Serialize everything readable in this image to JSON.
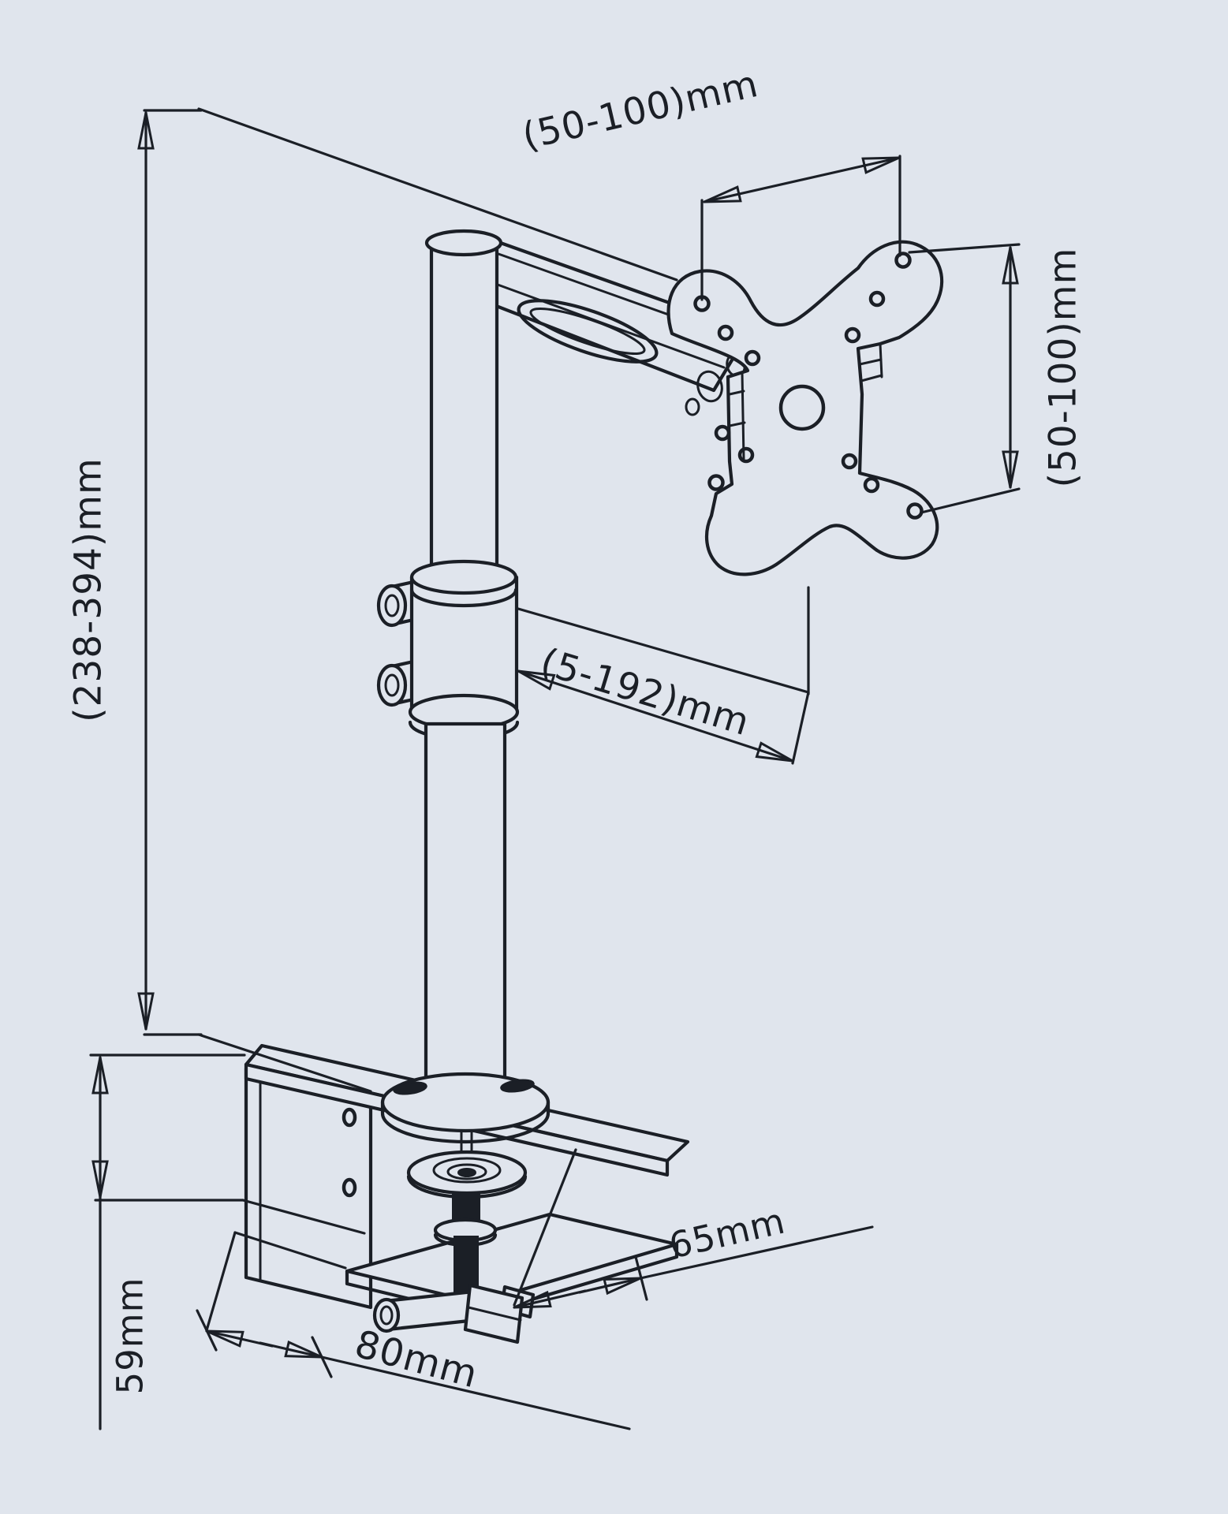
{
  "diagram": {
    "background_color": "#e0e5ed",
    "ink_color": "#1b1f26",
    "labels": {
      "vesa_width": "(50-100)mm",
      "vesa_height": "(50-100)mm",
      "pole_height_range": "(238-394)mm",
      "arm_extension_range": "(5-192)mm",
      "clamp_depth": "65mm",
      "clamp_width": "80mm",
      "clamp_opening_height": "59mm"
    }
  }
}
